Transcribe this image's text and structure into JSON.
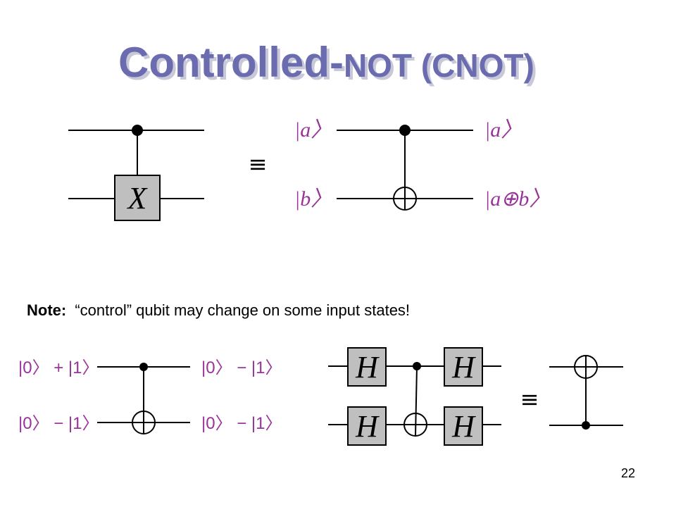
{
  "slide": {
    "title_main": "Controlled-",
    "title_sub": "NOT (CNOT)",
    "page_number": "22"
  },
  "top_circuit": {
    "left_gate_label": "X",
    "equiv_symbol": "≡",
    "input_top": "|a〉",
    "input_bottom": "|b〉",
    "output_top": "|a〉",
    "output_bottom": "|a⊕b〉"
  },
  "note": {
    "bold": "Note:",
    "text": "“control” qubit may change on some input states!"
  },
  "example_circuit": {
    "input_top": "|0〉 + |1〉",
    "input_bottom": "|0〉 − |1〉",
    "output_top": "|0〉 − |1〉",
    "output_bottom": "|0〉 − |1〉"
  },
  "hadamard_circuit": {
    "gate_label": "H",
    "equiv_symbol": "≡"
  },
  "colors": {
    "title": "#6b6bb0",
    "kets": "#993399",
    "gate_fill": "#bfbfbf"
  }
}
